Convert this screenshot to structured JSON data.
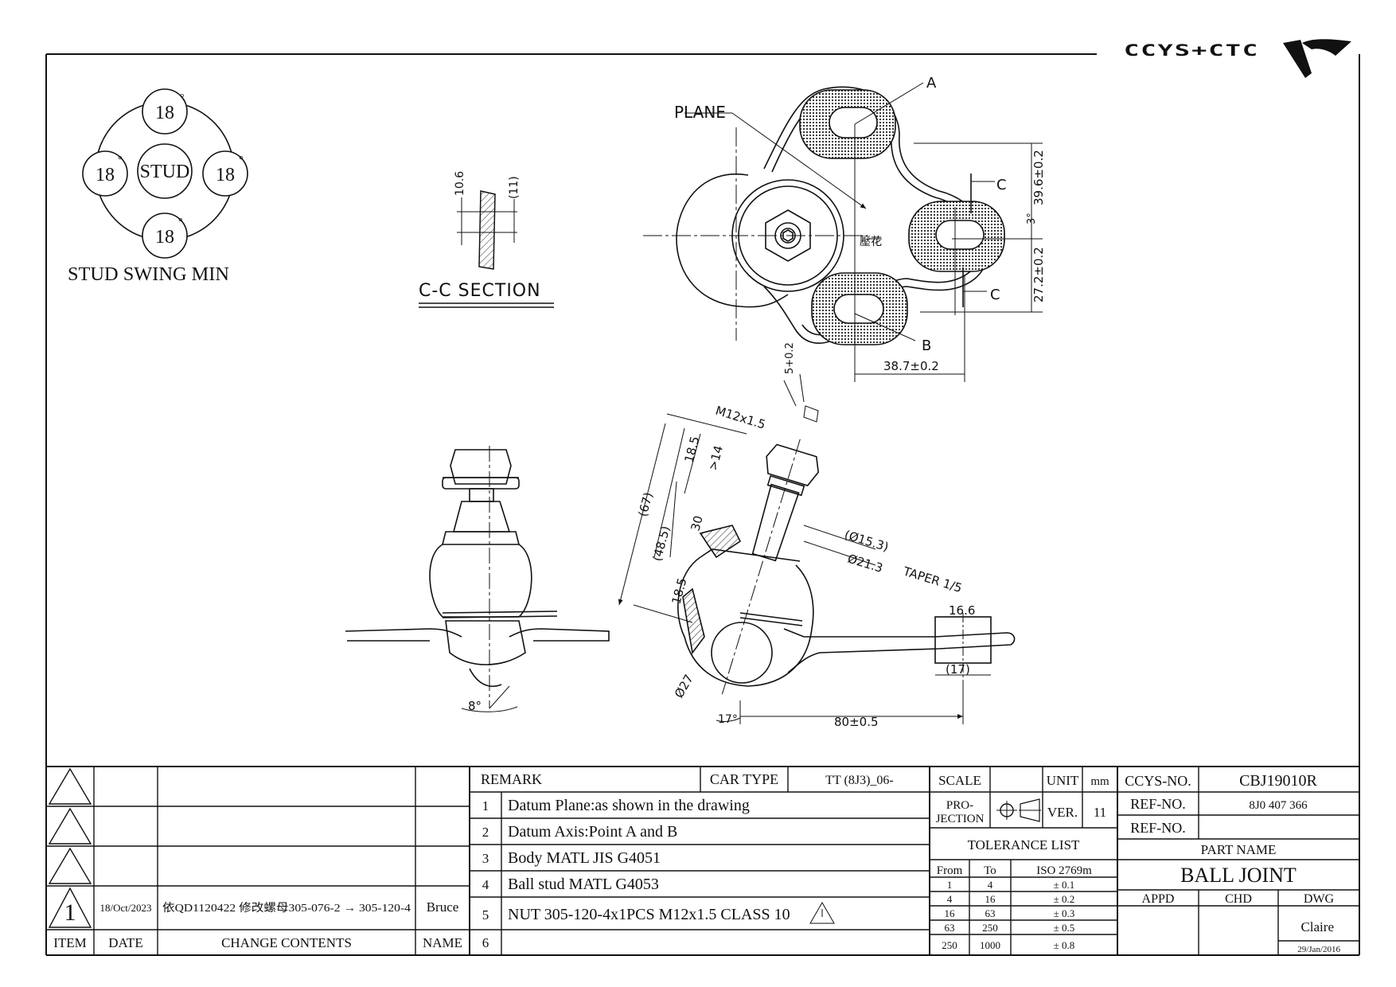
{
  "logo": {
    "text": "CCYS+CTC"
  },
  "stud_swing": {
    "center_label": "STUD",
    "angles": [
      "18",
      "18",
      "18",
      "18"
    ],
    "degree_mark": "°",
    "caption": "STUD SWING MIN"
  },
  "section": {
    "title": "C-C SECTION",
    "dims": [
      "10.6",
      "(11)"
    ]
  },
  "top_view": {
    "plane_label": "PLANE",
    "point_a": "A",
    "point_b": "B",
    "cut_label": "C",
    "knurl_label": "壓花",
    "dims": [
      "39.6±0.2",
      "27.2±0.2",
      "3°",
      "38.7±0.2"
    ]
  },
  "side_view": {
    "dims": [
      "5+0.2",
      "M12x1.5",
      "18.5",
      ">14",
      "(67)",
      "(48.5)",
      "30",
      "18.5",
      "(Ø15.3)",
      "Ø21.3",
      "TAPER 1/5",
      "16.6",
      "(17)",
      "Ø27",
      "17°",
      "80±0.5"
    ],
    "front_angle": "8°"
  },
  "revisions": {
    "headers": {
      "item": "ITEM",
      "date": "DATE",
      "contents": "CHANGE CONTENTS",
      "name": "NAME"
    },
    "rows": [
      {
        "item": "",
        "date": "",
        "contents": "",
        "name": ""
      },
      {
        "item": "",
        "date": "",
        "contents": "",
        "name": ""
      },
      {
        "item": "",
        "date": "",
        "contents": "",
        "name": ""
      },
      {
        "item": "1",
        "date": "18/Oct/2023",
        "contents": "依QD1120422 修改螺母305-076-2 → 305-120-4",
        "name": "Bruce"
      }
    ]
  },
  "remarks": {
    "header": "REMARK",
    "car_type_label": "CAR TYPE",
    "car_type_value": "TT (8J3)_06-",
    "items": [
      {
        "no": "1",
        "text": "Datum Plane:as shown in the drawing"
      },
      {
        "no": "2",
        "text": "Datum Axis:Point A and B"
      },
      {
        "no": "3",
        "text": "Body MATL JIS G4051"
      },
      {
        "no": "4",
        "text": "Ball stud MATL G4053"
      },
      {
        "no": "5",
        "text": "NUT 305-120-4x1PCS M12x1.5 CLASS 10"
      },
      {
        "no": "6",
        "text": ""
      }
    ]
  },
  "scale_block": {
    "scale_label": "SCALE",
    "scale_value": "",
    "unit_label": "UNIT",
    "unit_value": "mm",
    "projection_label_1": "PRO-",
    "projection_label_2": "JECTION",
    "ver_label": "VER.",
    "ver_value": "11",
    "tolerance_title": "TOLERANCE LIST",
    "tolerance_headers": [
      "From",
      "To",
      "ISO 2769m"
    ],
    "tolerance_rows": [
      [
        "1",
        "4",
        "± 0.1"
      ],
      [
        "4",
        "16",
        "± 0.2"
      ],
      [
        "16",
        "63",
        "± 0.3"
      ],
      [
        "63",
        "250",
        "± 0.5"
      ],
      [
        "250",
        "1000",
        "± 0.8"
      ]
    ]
  },
  "title_block": {
    "ccys_label": "CCYS-NO.",
    "ccys_value": "CBJ19010R",
    "ref_label": "REF-NO.",
    "ref_value_1": "8J0 407 366",
    "ref_value_2": "",
    "part_name_label": "PART NAME",
    "part_name": "BALL JOINT",
    "appd": "APPD",
    "chd": "CHD",
    "dwg": "DWG",
    "drawn_by": "Claire",
    "drawn_date": "29/Jan/2016"
  }
}
